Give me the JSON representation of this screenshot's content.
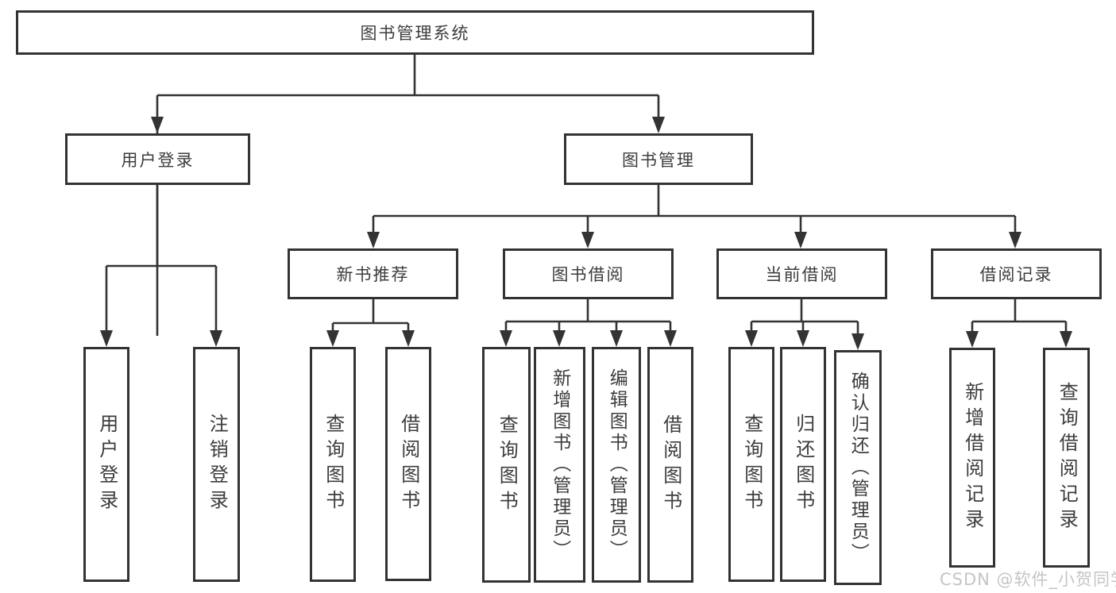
{
  "diagram": {
    "watermark": "CSDN @软件_小贺同学",
    "colors": {
      "line": "#333333",
      "text": "#3c3c3c",
      "watermark": "#c5c5c5",
      "background": "#ffffff"
    },
    "root": {
      "label": "图书管理系统",
      "children": [
        {
          "label": "用户登录",
          "children": [
            {
              "label": "用户登录"
            },
            {
              "label": "注销登录"
            }
          ]
        },
        {
          "label": "图书管理",
          "children": [
            {
              "label": "新书推荐",
              "children": [
                {
                  "label": "查询图书"
                },
                {
                  "label": "借阅图书"
                }
              ]
            },
            {
              "label": "图书借阅",
              "children": [
                {
                  "label": "查询图书"
                },
                {
                  "label": "新增图书（管理员）"
                },
                {
                  "label": "编辑图书（管理员）"
                },
                {
                  "label": "借阅图书"
                }
              ]
            },
            {
              "label": "当前借阅",
              "children": [
                {
                  "label": "查询图书"
                },
                {
                  "label": "归还图书"
                },
                {
                  "label": "确认归还（管理员）"
                }
              ]
            },
            {
              "label": "借阅记录",
              "children": [
                {
                  "label": "新增借阅记录"
                },
                {
                  "label": "查询借阅记录"
                }
              ]
            }
          ]
        }
      ]
    }
  }
}
